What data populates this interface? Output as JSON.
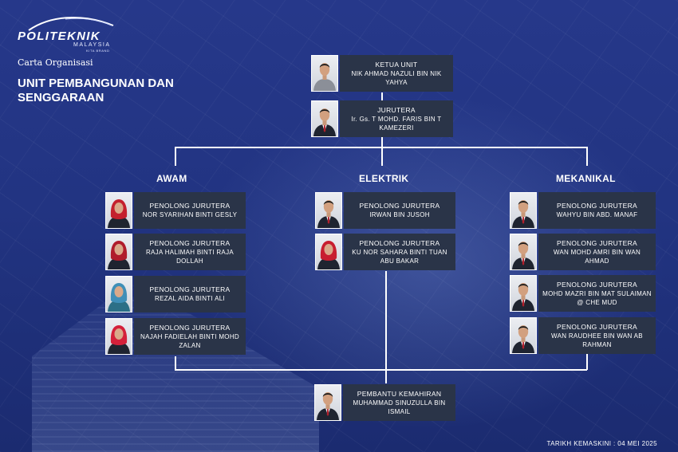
{
  "logo": {
    "main": "POLITEKNIK",
    "sub": "MALAYSIA",
    "tagline": "KITA BRAND"
  },
  "subtitle": "Carta Organisasi",
  "unit_title": "UNIT PEMBANGUNAN DAN SENGGARAAN",
  "head": [
    {
      "role": "KETUA UNIT",
      "name": "NIK AHMAD NAZULI BIN NIK YAHYA",
      "attire": "grey",
      "hijab": false
    },
    {
      "role": "JURUTERA",
      "name": "Ir. Gs. T MOHD. FARIS BIN T KAMEZERI",
      "attire": "suit",
      "hijab": false
    }
  ],
  "sections": [
    {
      "title": "AWAM",
      "staff": [
        {
          "role": "PENOLONG JURUTERA",
          "name": "NOR SYARIHAN BINTI GESLY",
          "attire": "dark",
          "hijab": true,
          "hijab_color": "#c4202e"
        },
        {
          "role": "PENOLONG JURUTERA",
          "name": "RAJA HALIMAH BINTI RAJA DOLLAH",
          "attire": "dark",
          "hijab": true,
          "hijab_color": "#b01c2c"
        },
        {
          "role": "PENOLONG JURUTERA",
          "name": "REZAL AIDA BINTI ALI",
          "attire": "teal",
          "hijab": true,
          "hijab_color": "#3f8fb8"
        },
        {
          "role": "PENOLONG JURUTERA",
          "name": "NAJAH FADIELAH BINTI MOHD ZALAN",
          "attire": "dark",
          "hijab": true,
          "hijab_color": "#d4203a"
        }
      ]
    },
    {
      "title": "ELEKTRIK",
      "staff": [
        {
          "role": "PENOLONG JURUTERA",
          "name": "IRWAN BIN JUSOH",
          "attire": "suit",
          "hijab": false
        },
        {
          "role": "PENOLONG JURUTERA",
          "name": "KU NOR SAHARA BINTI TUAN ABU BAKAR",
          "attire": "dark",
          "hijab": true,
          "hijab_color": "#c81e30"
        }
      ]
    },
    {
      "title": "MEKANIKAL",
      "staff": [
        {
          "role": "PENOLONG JURUTERA",
          "name": "WAHYU BIN ABD. MANAF",
          "attire": "suit",
          "hijab": false
        },
        {
          "role": "PENOLONG JURUTERA",
          "name": "WAN MOHD AMRI BIN WAN AHMAD",
          "attire": "suit",
          "hijab": false
        },
        {
          "role": "PENOLONG JURUTERA",
          "name": "MOHD MAZRI BIN MAT SULAIMAN @ CHE MUD",
          "attire": "suit",
          "hijab": false
        },
        {
          "role": "PENOLONG JURUTERA",
          "name": "WAN RAUDHEE BIN WAN AB RAHMAN",
          "attire": "suit",
          "hijab": false
        }
      ]
    }
  ],
  "assistant": {
    "role": "PEMBANTU KEMAHIRAN",
    "name": "MUHAMMAD SINUZULLA BIN ISMAIL",
    "attire": "suit",
    "hijab": false
  },
  "footer": "TARIKH KEMASKINI : 04 MEI 2025",
  "colors": {
    "card_panel": "#2a3448",
    "background": "#223482",
    "connector": "#ffffff"
  }
}
